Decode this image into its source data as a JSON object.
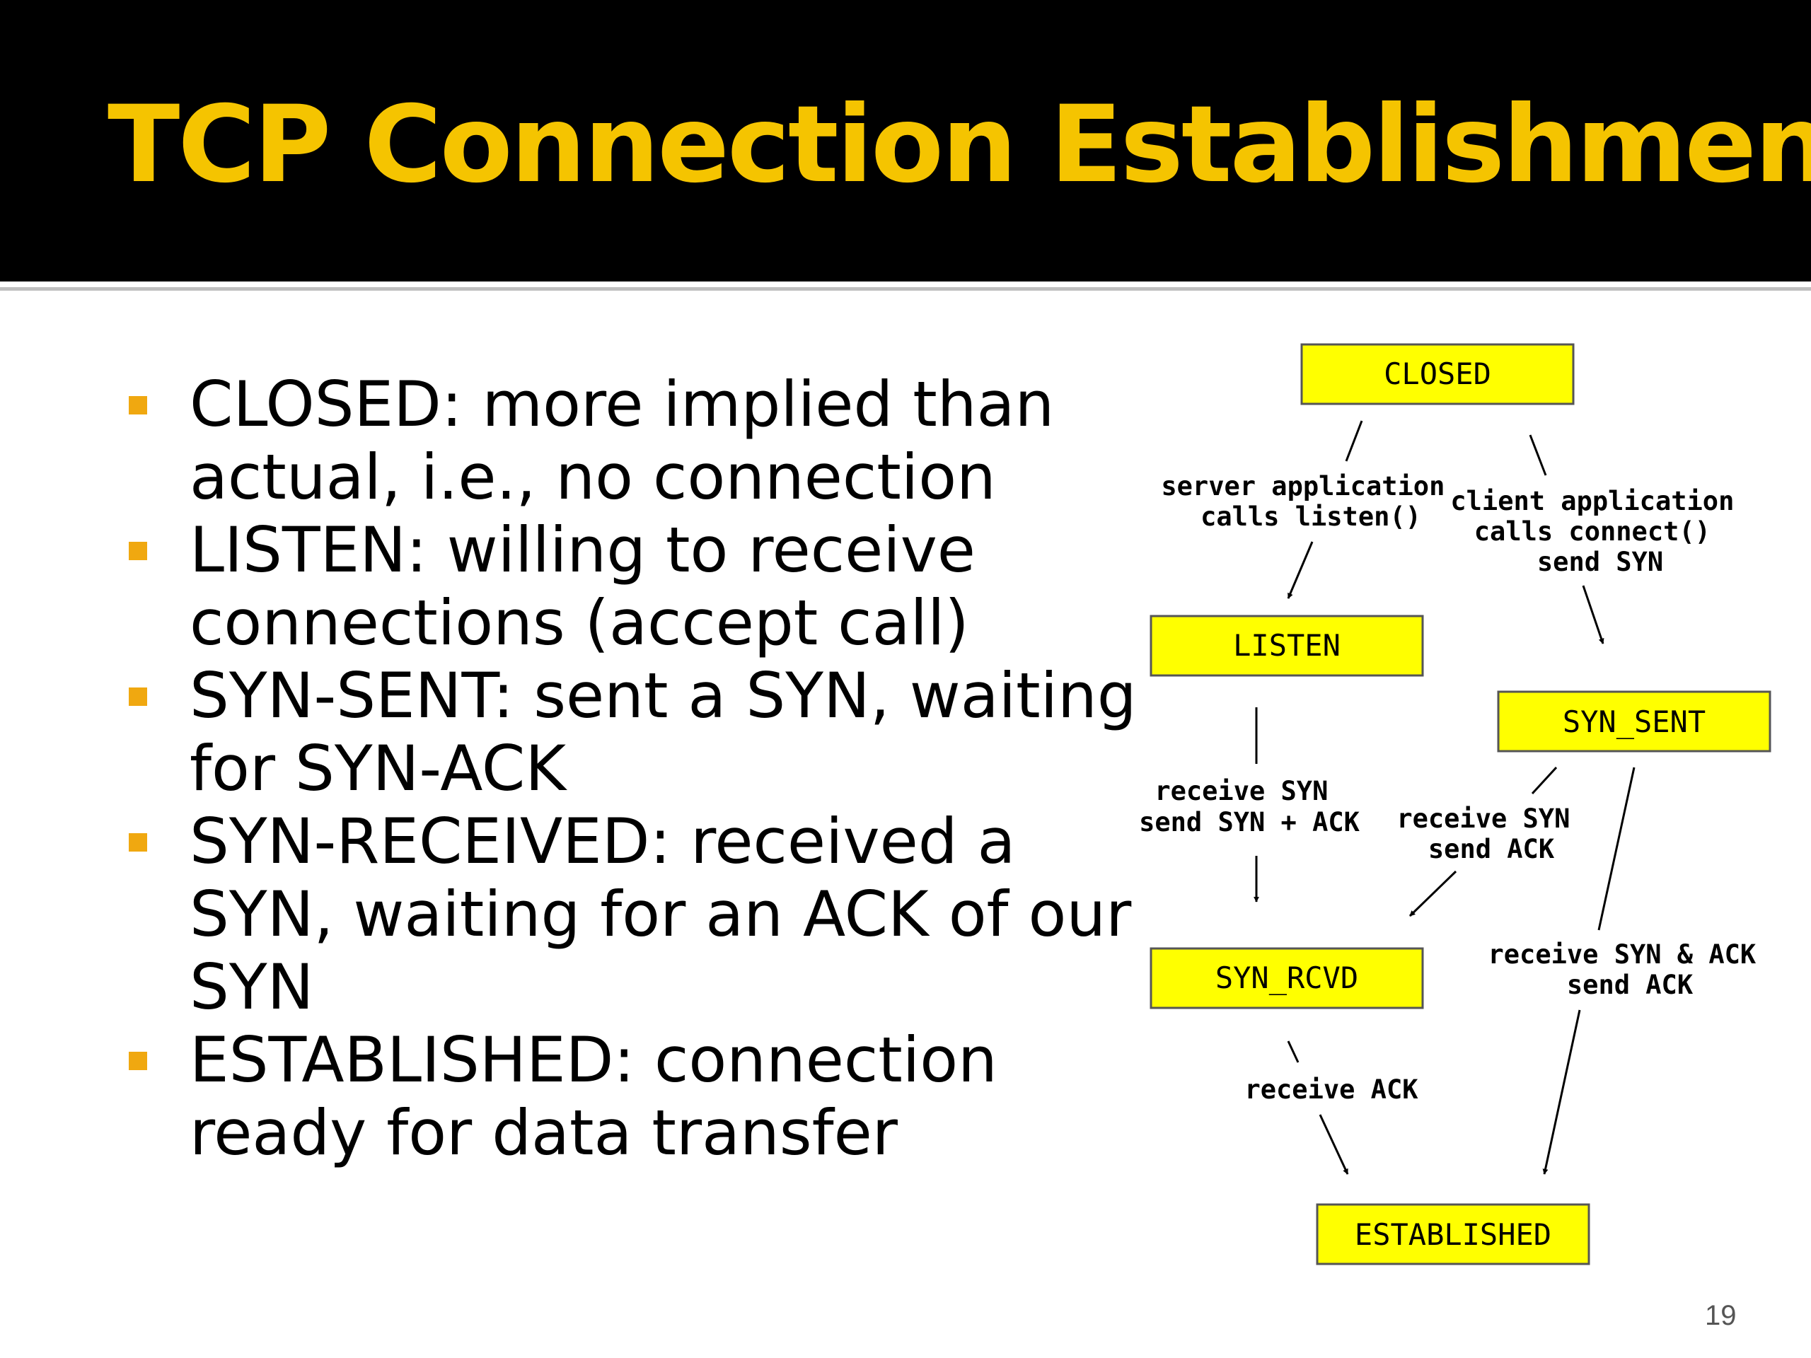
{
  "slide": {
    "title": "TCP Connection Establishment",
    "page_number": "19"
  },
  "colors": {
    "header_background": "#000000",
    "title": "#f5c400",
    "bullet_marker": "#f0a810",
    "state_box_fill": "#ffff00"
  },
  "bullets": [
    {
      "text": "CLOSED: more implied than actual, i.e., no connection"
    },
    {
      "text": "LISTEN: willing to receive connections (accept call)"
    },
    {
      "text": "SYN-SENT: sent a SYN, waiting for SYN-ACK"
    },
    {
      "text": "SYN-RECEIVED: received a SYN, waiting for an ACK of our SYN"
    },
    {
      "text": "ESTABLISHED: connection ready for data transfer"
    }
  ],
  "diagram": {
    "states": {
      "closed": "CLOSED",
      "listen": "LISTEN",
      "syn_sent": "SYN_SENT",
      "syn_rcvd": "SYN_RCVD",
      "established": "ESTABLISHED"
    },
    "transitions": {
      "closed_to_listen": [
        "server application",
        "calls listen()"
      ],
      "closed_to_syn_sent": [
        "client application",
        "calls connect()",
        "send SYN"
      ],
      "listen_to_syn_rcvd": [
        "receive SYN",
        "send SYN + ACK"
      ],
      "syn_sent_to_syn_rcvd": [
        "receive SYN",
        "send  ACK"
      ],
      "syn_sent_to_established": [
        "receive SYN & ACK",
        "send ACK"
      ],
      "syn_rcvd_to_established": [
        "receive ACK"
      ]
    }
  }
}
